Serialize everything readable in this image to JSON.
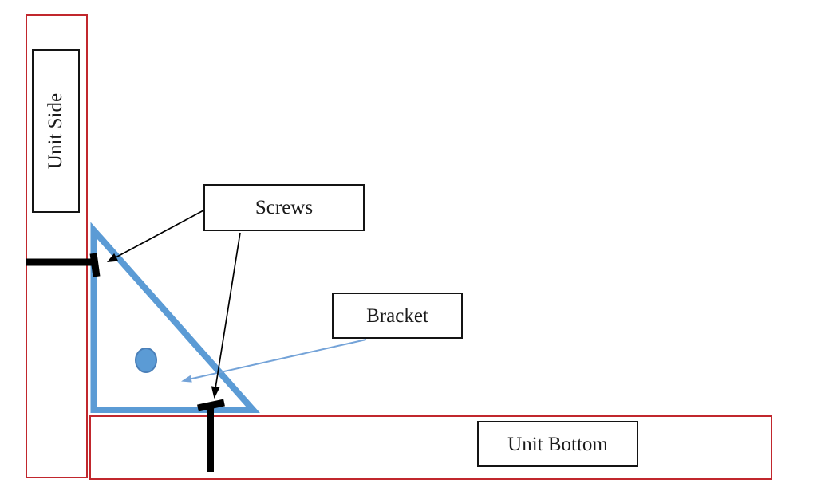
{
  "diagram": {
    "description": "Corner bracket installation diagram",
    "labels": {
      "unit_side": "Unit Side",
      "unit_bottom": "Unit Bottom",
      "screws": "Screws",
      "bracket": "Bracket"
    }
  },
  "colors": {
    "red": "#C1272D",
    "blue": "#5B9BD5",
    "blue_dark": "#4A7FB8",
    "blue_arrow": "#74A3D8",
    "black": "#000000",
    "text": "#1A1A1A"
  }
}
